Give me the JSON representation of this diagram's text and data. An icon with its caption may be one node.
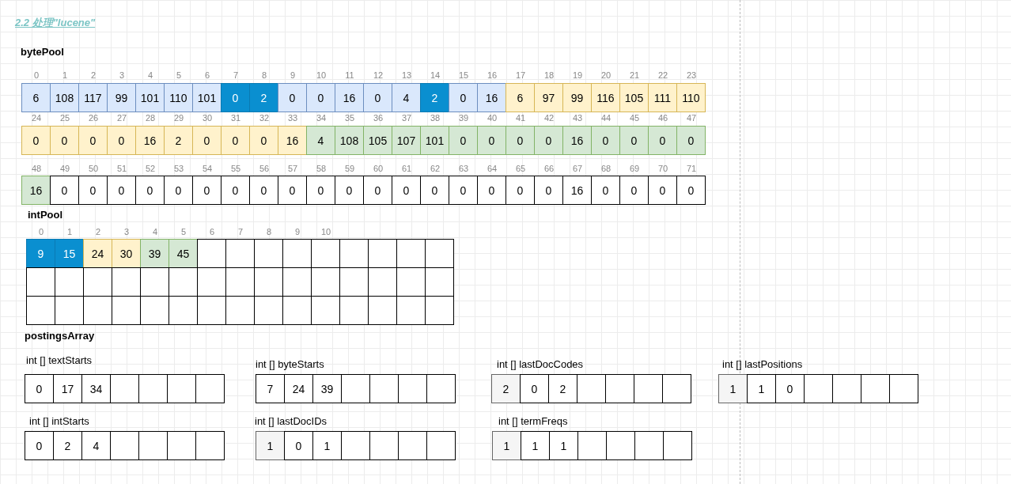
{
  "diagram": {
    "title": "2.2 处理\"lucene\"",
    "labels": [
      "bytePool",
      "0",
      "1",
      "2",
      "3",
      "4",
      "5",
      "6",
      "7",
      "8",
      "9",
      "10",
      "11",
      "12",
      "13",
      "14",
      "15",
      "16",
      "17",
      "18",
      "19",
      "20",
      "21",
      "22",
      "23",
      "6",
      "108",
      "117",
      "99",
      "101",
      "110",
      "101",
      "0",
      "2",
      "0",
      "0",
      "16",
      "0",
      "4",
      "2",
      "0",
      "16",
      "6",
      "97",
      "99",
      "116",
      "105",
      "111",
      "110",
      "24",
      "25",
      "26",
      "27",
      "28",
      "29",
      "30",
      "31",
      "32",
      "33",
      "34",
      "35",
      "36",
      "37",
      "38",
      "39",
      "40",
      "41",
      "42",
      "43",
      "44",
      "45",
      "46",
      "47",
      "0",
      "0",
      "0",
      "0",
      "16",
      "2",
      "0",
      "0",
      "0",
      "16",
      "4",
      "108",
      "105",
      "107",
      "101",
      "0",
      "0",
      "0",
      "0",
      "16",
      "0",
      "0",
      "0",
      "0",
      "48",
      "49",
      "50",
      "51",
      "52",
      "53",
      "54",
      "55",
      "56",
      "57",
      "58",
      "59",
      "60",
      "61",
      "62",
      "63",
      "64",
      "65",
      "66",
      "67",
      "68",
      "69",
      "70",
      "71",
      "16",
      "0",
      "0",
      "0",
      "0",
      "0",
      "0",
      "0",
      "0",
      "0",
      "0",
      "0",
      "0",
      "0",
      "0",
      "0",
      "0",
      "0",
      "0",
      "16",
      "0",
      "0",
      "0",
      "0",
      "intPool",
      "0",
      "1",
      "2",
      "3",
      "4",
      "5",
      "6",
      "7",
      "8",
      "9",
      "10",
      "9",
      "15",
      "24",
      "30",
      "39",
      "45",
      "postingsArray",
      "int [] textStarts",
      "0",
      "17",
      "34",
      "int [] byteStarts",
      "7",
      "24",
      "39",
      "int [] lastDocCodes",
      "2",
      "0",
      "2",
      "int [] lastPositions",
      "1",
      "1",
      "0",
      "int [] intStarts",
      "0",
      "2",
      "4",
      "int [] lastDocIDs",
      "1",
      "0",
      "1",
      "int [] termFreqs",
      "1",
      "1",
      "1"
    ]
  }
}
